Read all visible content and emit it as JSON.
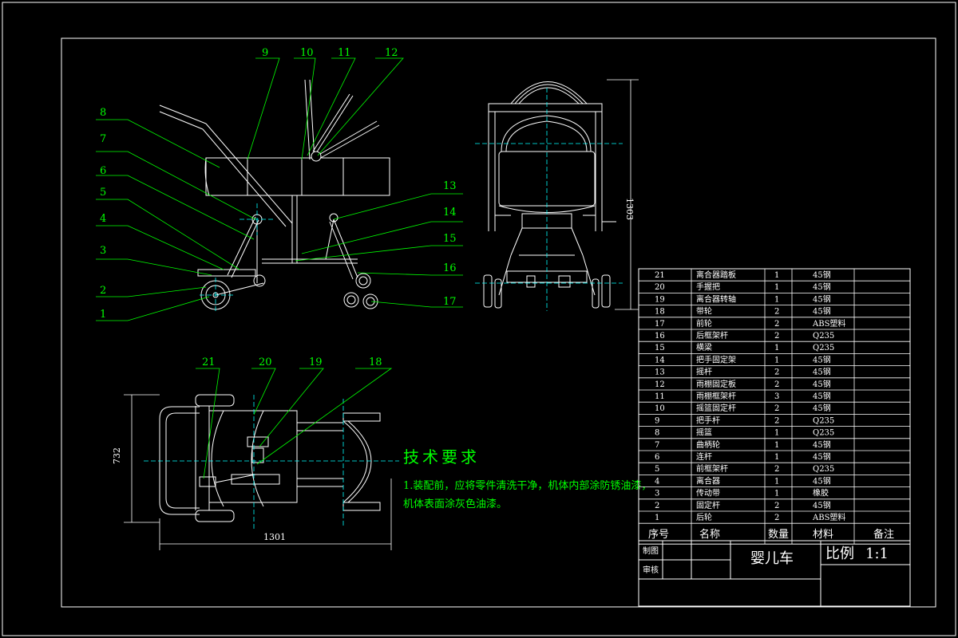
{
  "title_block": {
    "drawn_label": "制图",
    "checked_label": "审核",
    "drawing_name": "婴儿车",
    "scale_label": "比例",
    "scale_value": "1:1"
  },
  "bom": {
    "headers": {
      "seq": "序号",
      "name": "名称",
      "qty": "数量",
      "material": "材料",
      "note": "备注"
    },
    "rows": [
      {
        "seq": "21",
        "name": "离合器踏板",
        "qty": "1",
        "material": "45钢"
      },
      {
        "seq": "20",
        "name": "手握把",
        "qty": "1",
        "material": "45钢"
      },
      {
        "seq": "19",
        "name": "离合器转轴",
        "qty": "1",
        "material": "45钢"
      },
      {
        "seq": "18",
        "name": "带轮",
        "qty": "2",
        "material": "45钢"
      },
      {
        "seq": "17",
        "name": "前轮",
        "qty": "2",
        "material": "ABS塑料"
      },
      {
        "seq": "16",
        "name": "后框架杆",
        "qty": "2",
        "material": "Q235"
      },
      {
        "seq": "15",
        "name": "横梁",
        "qty": "1",
        "material": "Q235"
      },
      {
        "seq": "14",
        "name": "把手固定架",
        "qty": "1",
        "material": "45钢"
      },
      {
        "seq": "13",
        "name": "摇杆",
        "qty": "2",
        "material": "45钢"
      },
      {
        "seq": "12",
        "name": "雨棚固定板",
        "qty": "2",
        "material": "45钢"
      },
      {
        "seq": "11",
        "name": "雨棚框架杆",
        "qty": "3",
        "material": "45钢"
      },
      {
        "seq": "10",
        "name": "摇篮固定杆",
        "qty": "2",
        "material": "45钢"
      },
      {
        "seq": "9",
        "name": "把手杆",
        "qty": "2",
        "material": "Q235"
      },
      {
        "seq": "8",
        "name": "摇篮",
        "qty": "1",
        "material": "Q235"
      },
      {
        "seq": "7",
        "name": "曲柄轮",
        "qty": "1",
        "material": "45钢"
      },
      {
        "seq": "6",
        "name": "连杆",
        "qty": "1",
        "material": "45钢"
      },
      {
        "seq": "5",
        "name": "前框架杆",
        "qty": "2",
        "material": "Q235"
      },
      {
        "seq": "4",
        "name": "离合器",
        "qty": "1",
        "material": "45钢"
      },
      {
        "seq": "3",
        "name": "传动带",
        "qty": "1",
        "material": "橡胶"
      },
      {
        "seq": "2",
        "name": "固定杆",
        "qty": "2",
        "material": "45钢"
      },
      {
        "seq": "1",
        "name": "后轮",
        "qty": "2",
        "material": "ABS塑料"
      }
    ]
  },
  "tech": {
    "title": "技术要求",
    "line1": "1.装配前，应将零件清洗干净，机体内部涂防锈油漆，",
    "line2": "机体表面涂灰色油漆。"
  },
  "dimensions": {
    "height": "1303",
    "width_top": "732",
    "length": "1301"
  },
  "callouts": [
    "1",
    "2",
    "3",
    "4",
    "5",
    "6",
    "7",
    "8",
    "9",
    "10",
    "11",
    "12",
    "13",
    "14",
    "15",
    "16",
    "17",
    "18",
    "19",
    "20",
    "21"
  ],
  "colors": {
    "background": "#000000",
    "line": "#ffffff",
    "leader": "#00ff00",
    "center": "#00ffff",
    "text_green": "#00ff00"
  }
}
